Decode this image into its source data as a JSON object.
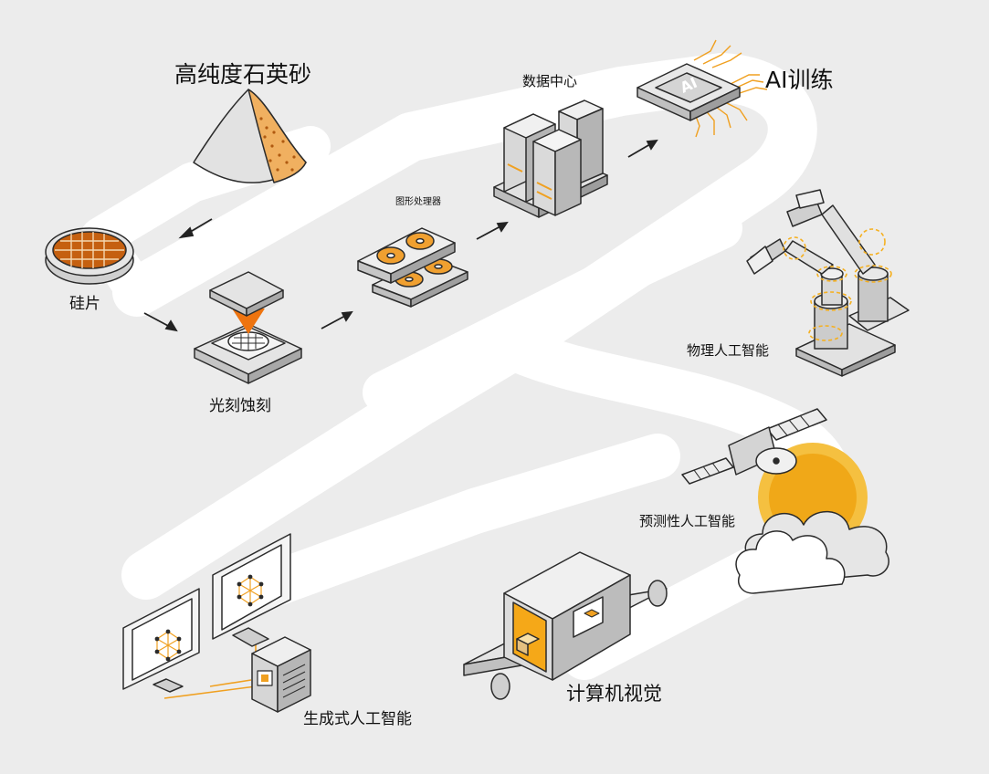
{
  "stages": {
    "quartz_sand": "高纯度石英砂",
    "wafer": "硅片",
    "lithography": "光刻蚀刻",
    "gpu": "图形处理器",
    "data_center": "数据中心",
    "ai_training": "AI训练",
    "physical_ai": "物理人工智能",
    "predictive_ai": "预测性人工智能",
    "computer_vision": "计算机视觉",
    "generative_ai": "生成式人工智能"
  },
  "chip_badge": "AI",
  "colors": {
    "background": "#ececec",
    "path": "#ffffff",
    "accent_orange": "#f0a020",
    "accent_yellow": "#f5c040",
    "outline": "#2b2b2b",
    "gray_light": "#e2e2e2",
    "gray_mid": "#c4c4c4",
    "gray_dark": "#8f8f8f"
  },
  "icons": [
    "sand-pile-icon",
    "wafer-icon",
    "lithography-machine-icon",
    "gpu-card-icon",
    "server-rack-icon",
    "ai-chip-icon",
    "robot-arm-icon",
    "satellite-icon",
    "conveyor-scanner-icon",
    "monitor-network-icon"
  ]
}
